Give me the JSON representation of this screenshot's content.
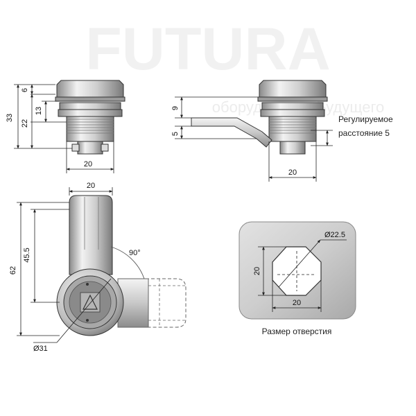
{
  "watermark": {
    "brand": "FUTURA",
    "subtext": "оборудования   Будущего"
  },
  "top_left_view": {
    "dim_total": "33",
    "dim_six": "6",
    "dim_thirteen": "13",
    "dim_twentytwo": "22",
    "dim_width": "20"
  },
  "top_right_view": {
    "dim_nine": "9",
    "dim_five": "5",
    "dim_width": "20",
    "note_line1": "Регулируемое",
    "note_line2": "расстояние 5"
  },
  "front_view": {
    "dim_width": "20",
    "dim_height_total": "62",
    "dim_height_body": "45.5",
    "dim_angle": "90°",
    "dim_diameter": "Ø31"
  },
  "hole_view": {
    "dim_diameter": "Ø22.5",
    "dim_height": "20",
    "dim_width": "20",
    "caption": "Размер отверстия"
  },
  "colors": {
    "metal_light": "#e9e9e9",
    "metal_mid": "#bdbdbd",
    "metal_dark": "#6d6d6d",
    "plate": "#d6d6d6",
    "text": "#111111"
  }
}
